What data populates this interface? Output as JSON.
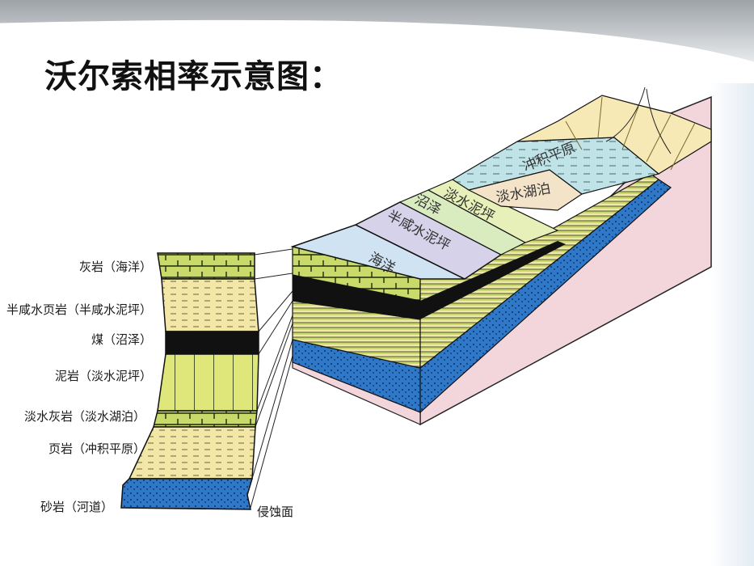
{
  "slide": {
    "title": "沃尔索相率示意图："
  },
  "column_labels": [
    {
      "rock": "灰岩",
      "environment": "海洋",
      "text": "灰岩（海洋）"
    },
    {
      "rock": "半咸水页岩",
      "environment": "半咸水泥坪",
      "text": "半咸水页岩（半咸水泥坪）"
    },
    {
      "rock": "煤",
      "environment": "沼泽",
      "text": "煤（沼泽）"
    },
    {
      "rock": "泥岩",
      "environment": "淡水泥坪",
      "text": "泥岩（淡水泥坪）"
    },
    {
      "rock": "淡水灰岩",
      "environment": "淡水湖泊",
      "text": "淡水灰岩（淡水湖泊）"
    },
    {
      "rock": "页岩",
      "environment": "冲积平原",
      "text": "页岩（冲积平原）"
    },
    {
      "rock": "砂岩",
      "environment": "河道",
      "text": "砂岩（河道）"
    }
  ],
  "erosion_surface_label": "侵蚀面",
  "block_labels": {
    "sea": "海洋",
    "brackish_mudflat": "半咸水泥坪",
    "swamp": "沼泽",
    "freshwater_mudflat": "淡水泥坪",
    "freshwater_lake": "淡水湖泊",
    "alluvial_plain": "冲积平原"
  },
  "colors": {
    "limestone": "#c9d96a",
    "shale": "#f3e7a8",
    "coal": "#111111",
    "sandstone": "#2f78c8",
    "sea_surface": "#cfe3f3",
    "brackish": "#d6d2ea",
    "fresh_mudflat": "#e6f0b8",
    "lake": "#f3e3c9",
    "alluvial": "#bfe3e6",
    "mountain": "#f7e9b5",
    "basement": "#f3d6dc"
  }
}
